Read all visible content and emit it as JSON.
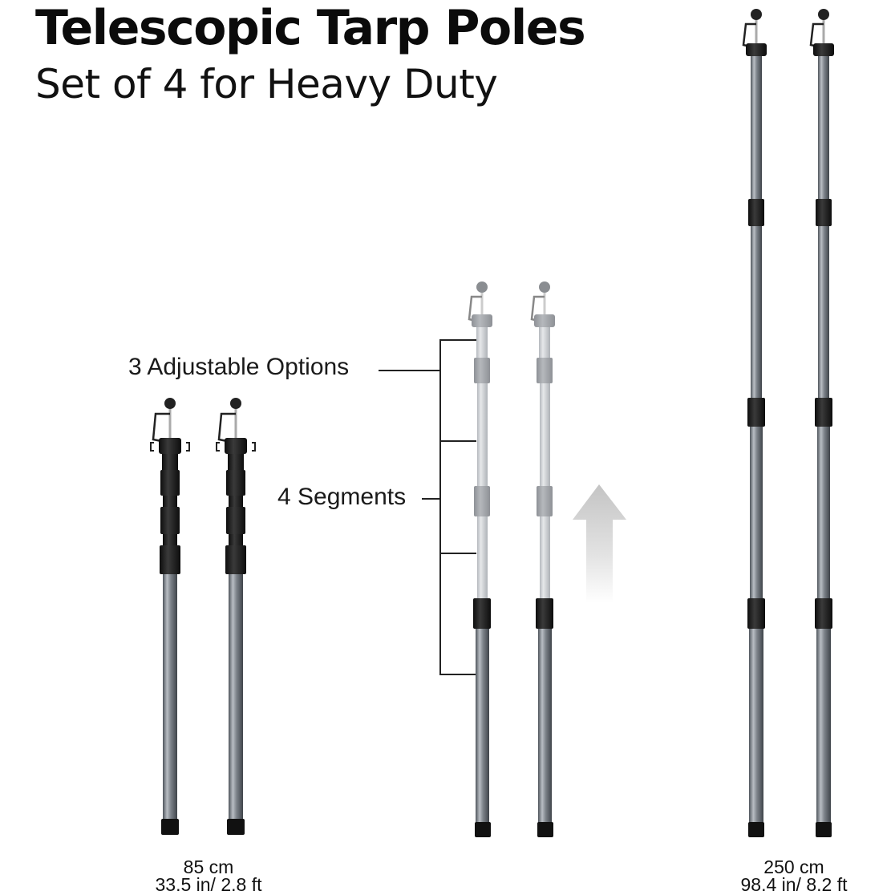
{
  "header": {
    "title": "Telescopic Tarp Poles",
    "subtitle": "Set of 4 for Heavy Duty"
  },
  "annotations": {
    "adjustable_options": "3 Adjustable Options",
    "segments": "4 Segments"
  },
  "dimensions": {
    "collapsed": {
      "metric": "85 cm",
      "imperial": "33.5 in/ 2.8 ft"
    },
    "extended": {
      "metric": "250 cm",
      "imperial": "98.4 in/ 8.2 ft"
    }
  },
  "colors": {
    "pole_silver": "#8a9097",
    "clamp_black": "#1b1b1b",
    "faded_pole": "#c9ccd0",
    "arrow_gray": "#cfcfcf"
  },
  "icons": [
    "pole-top-hook",
    "up-arrow-icon"
  ]
}
